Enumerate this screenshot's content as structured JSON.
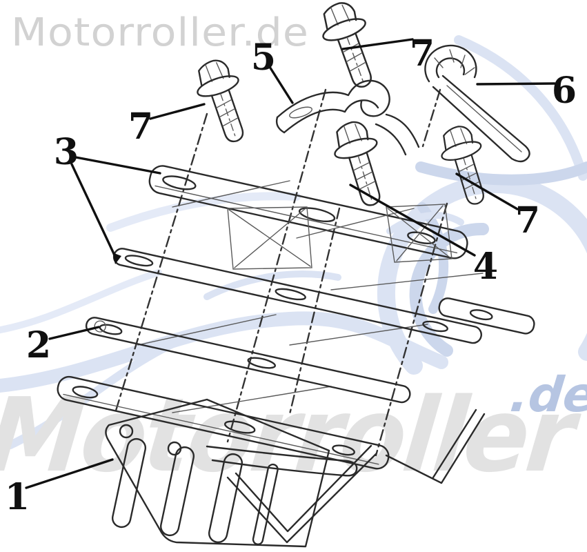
{
  "page": {
    "background": "#ffffff",
    "description_visible_content": "Exploded technical parts diagram with numbered callouts"
  },
  "watermarks": {
    "top_left_text": "Motorroller.de",
    "bottom_main_text": "Motorroller",
    "bottom_suffix_text": ".de",
    "gray_color": "#d2d2d2",
    "big_gray_color": "#e2e2e2",
    "blue_text_color": "#b6c5e2",
    "swoosh_blue_light": "#dbe3f3",
    "swoosh_blue_mid": "#ccd7ec"
  },
  "diagram": {
    "type": "exploded-parts-diagram",
    "ink_color": "#2a2a2a",
    "callouts": [
      {
        "text": "7",
        "position": "top-left bolt"
      },
      {
        "text": "5",
        "position": "top-center hook bracket"
      },
      {
        "text": "7",
        "position": "top-center bolt"
      },
      {
        "text": "6",
        "position": "top-right tube with clamp"
      },
      {
        "text": "3",
        "position": "upper plates (two leader lines)"
      },
      {
        "text": "7",
        "position": "mid-right bolt"
      },
      {
        "text": "4",
        "position": "middle spacer / bolt"
      },
      {
        "text": "2",
        "position": "lower gasket plate"
      },
      {
        "text": "1",
        "position": "bottom reed-valve block"
      }
    ]
  }
}
